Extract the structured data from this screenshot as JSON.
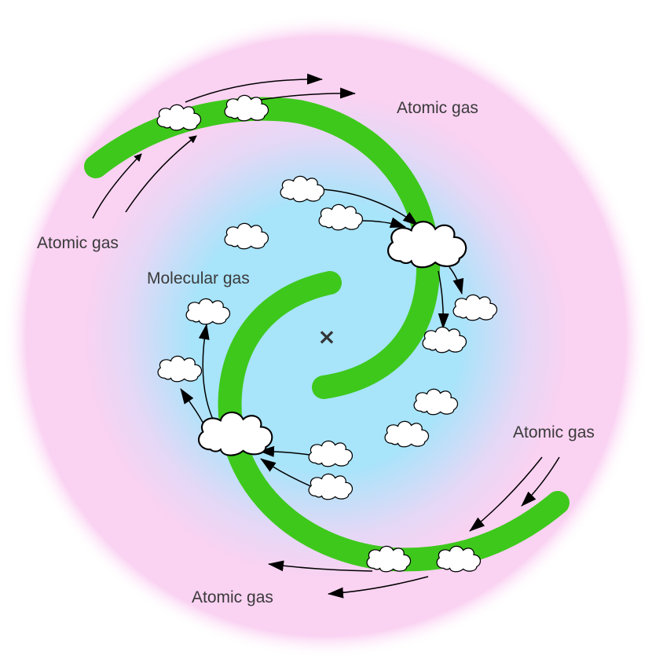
{
  "labels": {
    "atomic_gas_top_right": "Atomic gas",
    "atomic_gas_left": "Atomic gas",
    "molecular_gas": "Molecular gas",
    "atomic_gas_bottom_right": "Atomic gas",
    "atomic_gas_bottom": "Atomic gas",
    "center_marker": "×"
  },
  "colors": {
    "disk_inner": "#a8e4fa",
    "disk_outer": "#fad2f2",
    "spiral_arm": "#3ec81c",
    "cloud_fill": "#ffffff",
    "cloud_stroke": "#000000",
    "arrow": "#000000",
    "label": "#3a3a3a"
  },
  "icons": {
    "cloud": "cloud-icon",
    "arrow": "arrow-icon",
    "center": "center-cross-icon"
  }
}
